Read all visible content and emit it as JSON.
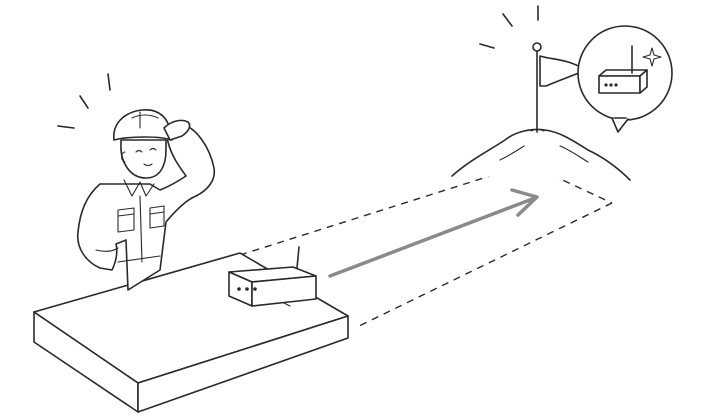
{
  "colors": {
    "background": "#ffffff",
    "ink": "#2a2a2a",
    "arrow": "#8a8a8a"
  },
  "icons": [
    "worker",
    "router-device",
    "flag",
    "sparkle-icon",
    "speech-bubble",
    "arrow"
  ]
}
